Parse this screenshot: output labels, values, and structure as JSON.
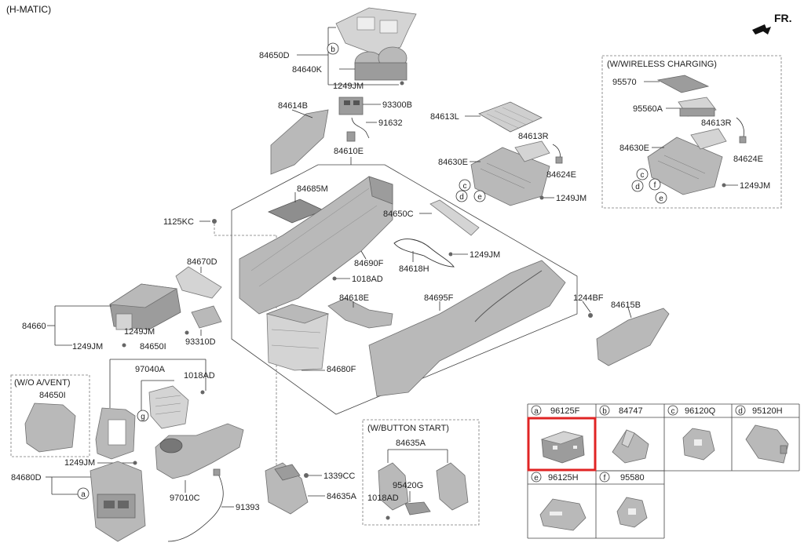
{
  "diagram": {
    "title": "(H-MATIC)",
    "front_marker": "FR.",
    "boxes": {
      "wireless": "(W/WIRELESS CHARGING)",
      "wo_avent": "(W/O A/VENT)",
      "button_start": "(W/BUTTON START)"
    },
    "labels": {
      "l84650D": "84650D",
      "l84640K": "84640K",
      "l1249JM_top": "1249JM",
      "l84614B": "84614B",
      "l93300B": "93300B",
      "l91632": "91632",
      "l84610E": "84610E",
      "l84613L": "84613L",
      "l84613R": "84613R",
      "l84630E": "84630E",
      "l84624E": "84624E",
      "l1249JM_mid": "1249JM",
      "l95570": "95570",
      "l95560A": "95560A",
      "l84613R_w": "84613R",
      "l84630E_w": "84630E",
      "l84624E_w": "84624E",
      "l1249JM_w": "1249JM",
      "l84685M": "84685M",
      "l1125KC": "1125KC",
      "l84650C": "84650C",
      "l1249JM_c": "1249JM",
      "l84618H": "84618H",
      "l84690F": "84690F",
      "l1018AD_a": "1018AD",
      "l84670D": "84670D",
      "l84618E": "84618E",
      "l84695F": "84695F",
      "l1244BF": "1244BF",
      "l84615B": "84615B",
      "l84660": "84660",
      "l1249JM_l1": "1249JM",
      "l93310D": "93310D",
      "l1249JM_l2": "1249JM",
      "l84650I": "84650I",
      "l84680F": "84680F",
      "l97040A": "97040A",
      "l1018AD_b": "1018AD",
      "l84650I_w": "84650I",
      "l1249JM_b": "1249JM",
      "l84680D": "84680D",
      "l97010C": "97010C",
      "l91393": "91393",
      "l1339CC": "1339CC",
      "l84635A": "84635A",
      "l84635A_b": "84635A",
      "l95420G": "95420G",
      "l1018AD_c": "1018AD"
    },
    "callouts": [
      "a",
      "b",
      "c",
      "d",
      "e",
      "f",
      "g"
    ],
    "legend": [
      {
        "letter": "a",
        "part": "96125F",
        "highlighted": true
      },
      {
        "letter": "b",
        "part": "84747",
        "highlighted": false
      },
      {
        "letter": "c",
        "part": "96120Q",
        "highlighted": false
      },
      {
        "letter": "d",
        "part": "95120H",
        "highlighted": false
      },
      {
        "letter": "e",
        "part": "96125H",
        "highlighted": false
      },
      {
        "letter": "f",
        "part": "95580",
        "highlighted": false
      }
    ],
    "highlight_color": "#e02424"
  }
}
